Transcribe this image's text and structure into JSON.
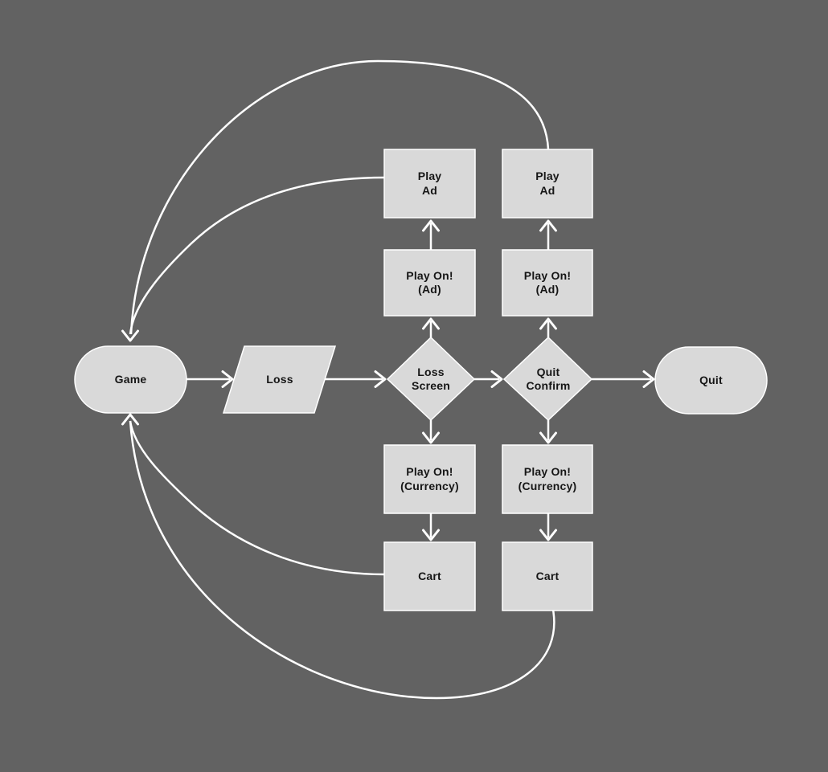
{
  "colors": {
    "background": "#626262",
    "node_fill": "#d9d9d9",
    "node_stroke": "#ffffff",
    "arrow": "#ffffff",
    "text": "#161616"
  },
  "nodes": {
    "game": {
      "label": "Game",
      "shape": "terminator"
    },
    "loss": {
      "label": "Loss",
      "shape": "parallelogram"
    },
    "loss_screen": {
      "label": "Loss\nScreen",
      "shape": "decision"
    },
    "quit_confirm": {
      "label": "Quit\nConfirm",
      "shape": "decision"
    },
    "quit": {
      "label": "Quit",
      "shape": "terminator"
    },
    "play_ad_left": {
      "label": "Play\nAd",
      "shape": "process"
    },
    "play_on_ad_left": {
      "label": "Play On!\n(Ad)",
      "shape": "process"
    },
    "play_on_currency_left": {
      "label": "Play On!\n(Currency)",
      "shape": "process"
    },
    "cart_left": {
      "label": "Cart",
      "shape": "process"
    },
    "play_ad_right": {
      "label": "Play\nAd",
      "shape": "process"
    },
    "play_on_ad_right": {
      "label": "Play On!\n(Ad)",
      "shape": "process"
    },
    "play_on_currency_right": {
      "label": "Play On!\n(Currency)",
      "shape": "process"
    },
    "cart_right": {
      "label": "Cart",
      "shape": "process"
    }
  },
  "edges": [
    {
      "from": "Game",
      "to": "Loss"
    },
    {
      "from": "Loss",
      "to": "Loss Screen"
    },
    {
      "from": "Loss Screen",
      "to": "Quit Confirm"
    },
    {
      "from": "Quit Confirm",
      "to": "Quit"
    },
    {
      "from": "Loss Screen",
      "to": "Play On! (Ad) left"
    },
    {
      "from": "Play On! (Ad) left",
      "to": "Play Ad left"
    },
    {
      "from": "Loss Screen",
      "to": "Play On! (Currency) left"
    },
    {
      "from": "Play On! (Currency) left",
      "to": "Cart left"
    },
    {
      "from": "Quit Confirm",
      "to": "Play On! (Ad) right"
    },
    {
      "from": "Play On! (Ad) right",
      "to": "Play Ad right"
    },
    {
      "from": "Quit Confirm",
      "to": "Play On! (Currency) right"
    },
    {
      "from": "Play On! (Currency) right",
      "to": "Cart right"
    },
    {
      "from": "Play Ad left",
      "to": "Game"
    },
    {
      "from": "Play Ad right",
      "to": "Game"
    },
    {
      "from": "Cart left",
      "to": "Game"
    },
    {
      "from": "Cart right",
      "to": "Game"
    }
  ]
}
